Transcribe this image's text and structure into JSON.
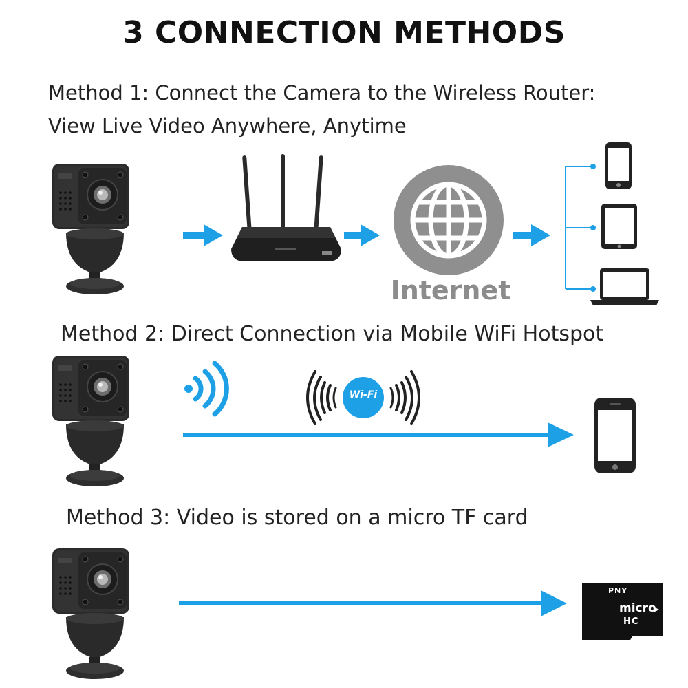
{
  "title": "3 CONNECTION METHODS",
  "method1": {
    "line1": "Method 1: Connect the Camera to the Wireless Router:",
    "line2": "View Live Video Anywhere, Anytime",
    "internet_label": "Internet"
  },
  "method2": {
    "label": "Method 2: Direct Connection via Mobile WiFi Hotspot",
    "wifi_badge": "Wi-Fi"
  },
  "method3": {
    "label": "Method 3: Video is stored on a micro TF card",
    "card": {
      "brand": "PNY",
      "micro": "micro",
      "hc": "HC"
    }
  },
  "colors": {
    "arrow": "#1ea0e6",
    "camera": "#2a2a2a",
    "globe": "#8f8f8f"
  },
  "icons": [
    "camera-icon",
    "router-icon",
    "globe-icon",
    "smartphone-icon",
    "tablet-icon",
    "laptop-icon",
    "wifi-signal-icon",
    "wifi-badge-icon",
    "microsd-card-icon",
    "arrow-icon"
  ]
}
